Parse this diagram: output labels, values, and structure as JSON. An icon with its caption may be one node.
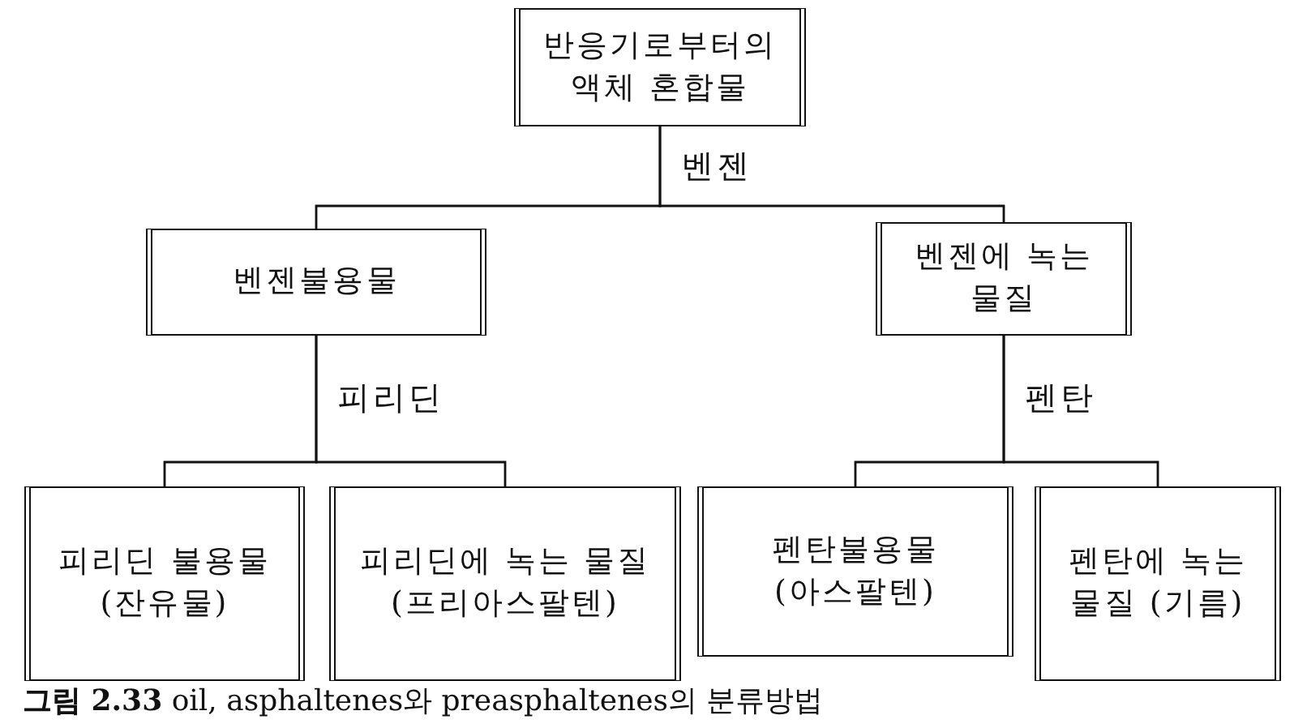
{
  "diagram": {
    "caption": "**그림 2.33** oil, asphaltenes와 preasphaltenes의 분류방법",
    "nodes": [
      {
        "text": [
          "반응기로부터의 액체 혼합물"
        ]
      },
      {
        "text": [
          "벤젠불용물"
        ]
      },
      {
        "text": [
          "벤젠에 녹는 물질"
        ]
      },
      {
        "text": [
          "피리딘 불용물 (잔유물)"
        ]
      },
      {
        "text": [
          "피리딘에 녹는 물질 (프리아스팔텐)"
        ]
      },
      {
        "text": [
          "펜탄불용물 (아스팔텐)"
        ]
      },
      {
        "text": [
          "펜탄에 녹는 물질 (기름)"
        ]
      }
    ],
    "edges": [
      {
        "from": 0,
        "to": 1,
        "arrow": "none",
        "label": "벤젠"
      },
      {
        "from": 0,
        "to": 2,
        "arrow": "none"
      },
      {
        "from": 1,
        "to": 3,
        "arrow": "none",
        "label": "피리딘"
      },
      {
        "from": 1,
        "to": 4,
        "arrow": "none"
      },
      {
        "from": 2,
        "to": 5,
        "arrow": "none",
        "label": "펜탄"
      },
      {
        "from": 2,
        "to": 6,
        "arrow": "none"
      }
    ]
  }
}
